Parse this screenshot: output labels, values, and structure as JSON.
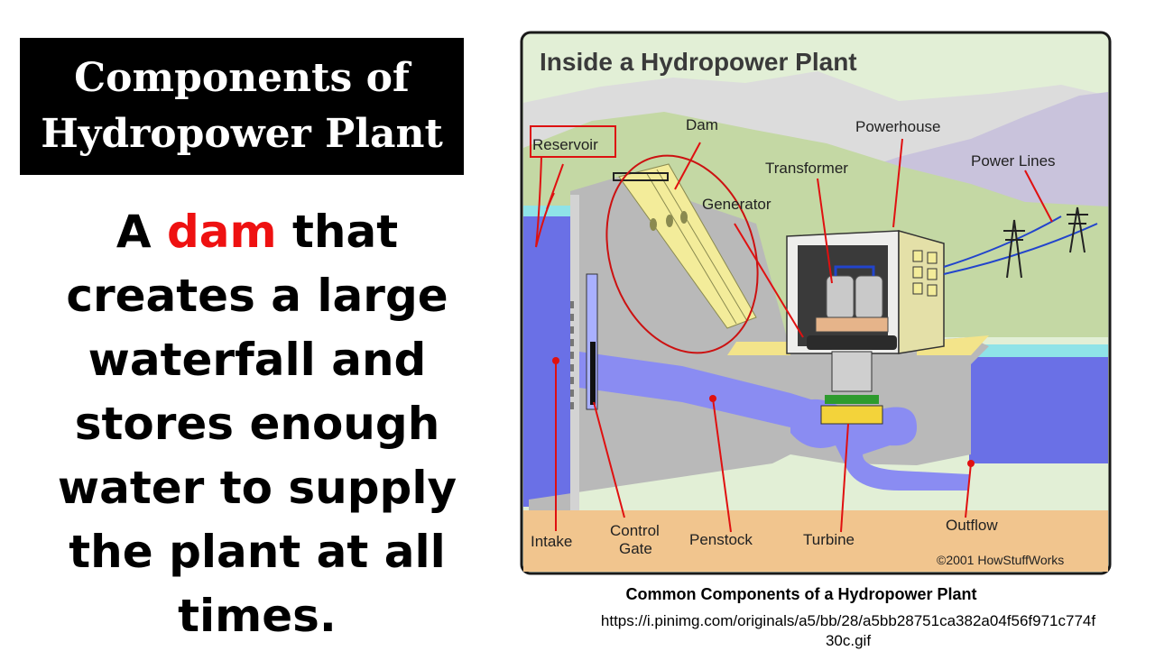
{
  "slide": {
    "title_line1": "Components of",
    "title_line2": "Hydropower Plant",
    "body_pre": "A ",
    "body_highlight": "dam",
    "body_post": " that creates a large waterfall and stores enough water to supply the plant at all times.",
    "highlight_color": "#ee1111"
  },
  "diagram": {
    "title": "Inside a Hydropower Plant",
    "labels": {
      "reservoir": "Reservoir",
      "dam": "Dam",
      "powerhouse": "Powerhouse",
      "transformer": "Transformer",
      "generator": "Generator",
      "power_lines": "Power Lines",
      "intake": "Intake",
      "control_gate_1": "Control",
      "control_gate_2": "Gate",
      "penstock": "Penstock",
      "turbine": "Turbine",
      "outflow": "Outflow"
    },
    "copyright": "©2001 HowStuffWorks"
  },
  "caption": "Common Components of a Hydropower Plant",
  "source_url_line1": "https://i.pinimg.com/originals/a5/bb/28/a5bb28751ca382a04f56f971c774f",
  "source_url_line2": "30c.gif"
}
